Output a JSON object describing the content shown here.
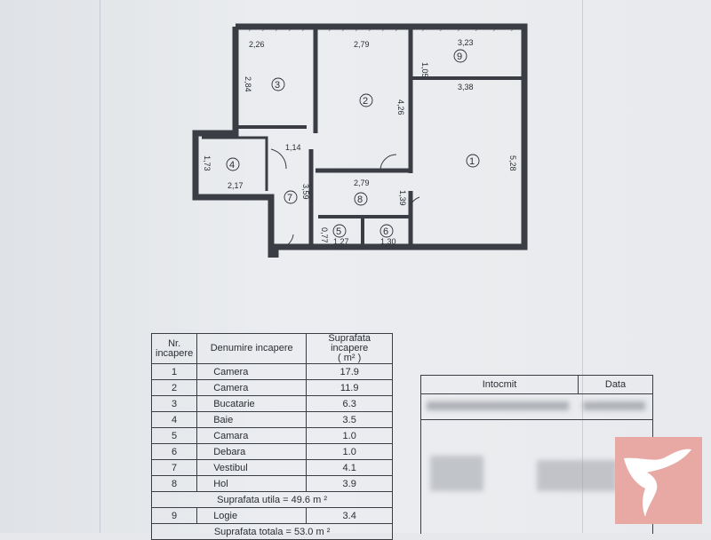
{
  "plan": {
    "dimensions": [
      "2,26",
      "2,79",
      "3,23",
      "1,05",
      "2,84",
      "4,26",
      "3,38",
      "1,14",
      "5,28",
      "1,73",
      "2,17",
      "3,59",
      "2,79",
      "1,39",
      "0,77",
      "1,27",
      "1,30"
    ],
    "room_numbers": [
      "1",
      "2",
      "3",
      "4",
      "5",
      "6",
      "7",
      "8",
      "9"
    ]
  },
  "room_table": {
    "headers": {
      "nr": "Nr. incapere",
      "name": "Denumire incapere",
      "area_line1": "Suprafata incapere",
      "area_line2": "( m² )"
    },
    "rows": [
      {
        "nr": "1",
        "name": "Camera",
        "area": "17.9"
      },
      {
        "nr": "2",
        "name": "Camera",
        "area": "11.9"
      },
      {
        "nr": "3",
        "name": "Bucatarie",
        "area": "6.3"
      },
      {
        "nr": "4",
        "name": "Baie",
        "area": "3.5"
      },
      {
        "nr": "5",
        "name": "Camara",
        "area": "1.0"
      },
      {
        "nr": "6",
        "name": "Debara",
        "area": "1.0"
      },
      {
        "nr": "7",
        "name": "Vestibul",
        "area": "4.1"
      },
      {
        "nr": "8",
        "name": "Hol",
        "area": "3.9"
      }
    ],
    "useful_area": "Suprafata utila =  49.6  m ²",
    "loggia": {
      "nr": "9",
      "name": "Logie",
      "area": "3.4"
    },
    "total_area": "Suprafata totala = 53.0   m ²"
  },
  "signature_box": {
    "col1": "Intocmit",
    "col2": "Data"
  },
  "colors": {
    "logo": "#e8a9a4",
    "ink": "#2a2d33"
  }
}
